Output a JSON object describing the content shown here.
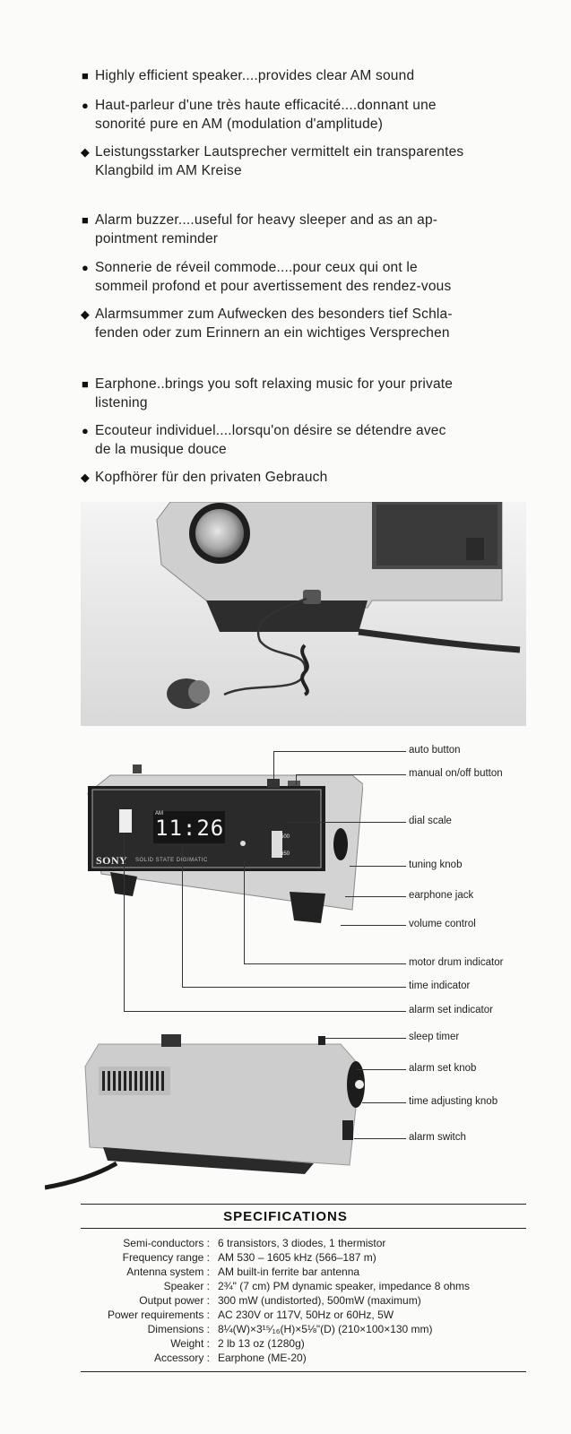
{
  "features": [
    {
      "lines": [
        {
          "symbol": "■",
          "text": "Highly efficient speaker....provides clear AM sound"
        },
        {
          "symbol": "●",
          "text": "Haut-parleur d'une très haute efficacité....donnant une"
        },
        {
          "symbol": "",
          "text": "sonorité pure en AM (modulation d'amplitude)"
        },
        {
          "symbol": "◆",
          "text": "Leistungsstarker Lautsprecher vermittelt ein transparentes"
        },
        {
          "symbol": "",
          "text": "Klangbild im AM Kreise"
        }
      ]
    },
    {
      "lines": [
        {
          "symbol": "■",
          "text": "Alarm buzzer....useful for heavy sleeper and as an ap-"
        },
        {
          "symbol": "",
          "text": "pointment reminder"
        },
        {
          "symbol": "●",
          "text": "Sonnerie de réveil commode....pour ceux qui ont le"
        },
        {
          "symbol": "",
          "text": "sommeil profond et pour avertissement des rendez-vous"
        },
        {
          "symbol": "◆",
          "text": "Alarmsummer zum Aufwecken des besonders tief Schla-"
        },
        {
          "symbol": "",
          "text": "fenden oder zum Erinnern an ein wichtiges Versprechen"
        }
      ]
    },
    {
      "lines": [
        {
          "symbol": "■",
          "text": "Earphone..brings you soft relaxing music for your private"
        },
        {
          "symbol": "",
          "text": "listening"
        },
        {
          "symbol": "●",
          "text": "Ecouteur individuel....lorsqu'on désire se détendre avec"
        },
        {
          "symbol": "",
          "text": "de la musique douce"
        },
        {
          "symbol": "◆",
          "text": "Kopfhörer für den privaten Gebrauch"
        }
      ]
    }
  ],
  "clock": {
    "brand": "SONY",
    "model_text": "SOLID STATE DIGIMATIC",
    "am_label": "AM",
    "time": "11:26",
    "dial_top": "500",
    "dial_bottom": "650"
  },
  "callouts": {
    "auto_button": "auto button",
    "manual_button": "manual on/off button",
    "dial_scale": "dial scale",
    "tuning_knob": "tuning knob",
    "earphone_jack": "earphone jack",
    "volume_control": "volume control",
    "motor_drum": "motor drum indicator",
    "time_indicator": "time indicator",
    "alarm_set_indicator": "alarm set indicator",
    "sleep_timer": "sleep timer",
    "alarm_set_knob": "alarm set knob",
    "time_adjusting_knob": "time adjusting knob",
    "alarm_switch": "alarm switch"
  },
  "specifications": {
    "title": "SPECIFICATIONS",
    "rows": [
      {
        "label": "Semi-conductors :",
        "value": "6 transistors, 3 diodes, 1 thermistor"
      },
      {
        "label": "Frequency range :",
        "value": "AM 530 – 1605 kHz (566–187 m)"
      },
      {
        "label": "Antenna system :",
        "value": "AM built-in ferrite bar antenna"
      },
      {
        "label": "Speaker :",
        "value": "2¾\" (7 cm) PM dynamic speaker, impedance 8 ohms"
      },
      {
        "label": "Output power :",
        "value": "300 mW (undistorted), 500mW (maximum)"
      },
      {
        "label": "Power requirements :",
        "value": "AC 230V or 117V, 50Hz or 60Hz, 5W"
      },
      {
        "label": "Dimensions :",
        "value": "8¼(W)×3¹⁵⁄₁₆(H)×5⅛\"(D) (210×100×130 mm)"
      },
      {
        "label": "Weight :",
        "value": "2 lb 13 oz (1280g)"
      },
      {
        "label": "Accessory :",
        "value": "Earphone (ME-20)"
      }
    ]
  }
}
